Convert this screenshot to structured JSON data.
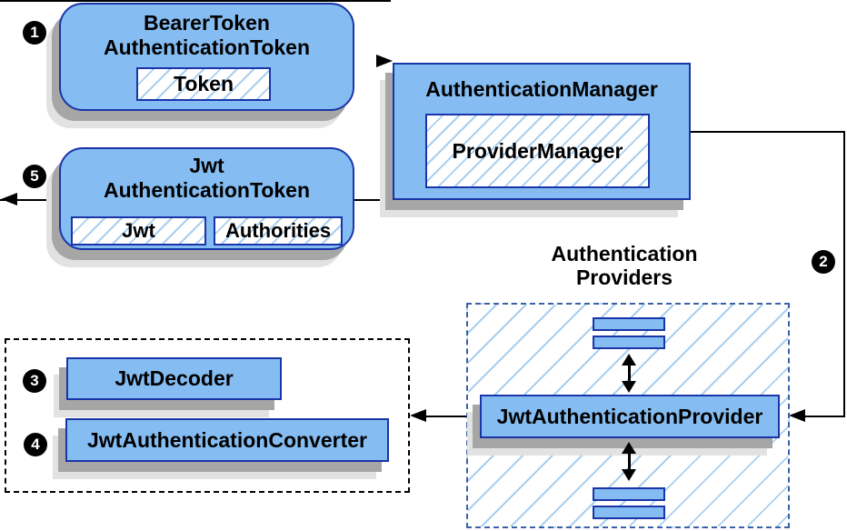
{
  "colors": {
    "box_fill": "#85BDF2",
    "box_border": "#1A35A8",
    "hatch_line": "#A9CFF0",
    "provider_dash_border": "#3A62A7",
    "shadow_dark": "#A6A6A6",
    "shadow_light": "#E2E2E2",
    "connector": "#000000"
  },
  "badges": {
    "step1": "1",
    "step2": "2",
    "step3": "3",
    "step4": "4",
    "step5": "5"
  },
  "bearer_token_box": {
    "title_line1": "BearerToken",
    "title_line2": "AuthenticationToken",
    "field_token": "Token"
  },
  "authentication_manager_box": {
    "title": "AuthenticationManager",
    "inner": "ProviderManager"
  },
  "jwt_token_box": {
    "title_line1": "Jwt",
    "title_line2": "AuthenticationToken",
    "field_jwt": "Jwt",
    "field_authorities": "Authorities"
  },
  "providers_group": {
    "label_line1": "Authentication",
    "label_line2": "Providers",
    "provider_box": "JwtAuthenticationProvider"
  },
  "decoder_group": {
    "decoder_box": "JwtDecoder",
    "converter_box": "JwtAuthenticationConverter"
  }
}
